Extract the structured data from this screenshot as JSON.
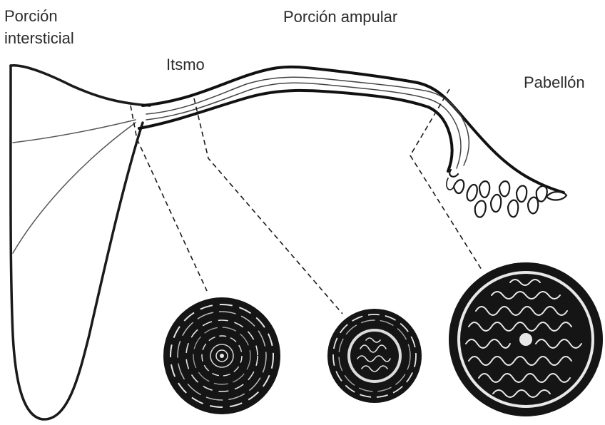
{
  "labels": {
    "intersticial_line1": "Porción",
    "intersticial_line2": "intersticial",
    "itsmo": "Itsmo",
    "ampular": "Porción ampular",
    "pabellon": "Pabellón"
  },
  "colors": {
    "ink": "#1a1a1a",
    "label_text": "#2b2b2b",
    "tissue_dark": "#151515",
    "tissue_light": "#e6e6e6"
  }
}
